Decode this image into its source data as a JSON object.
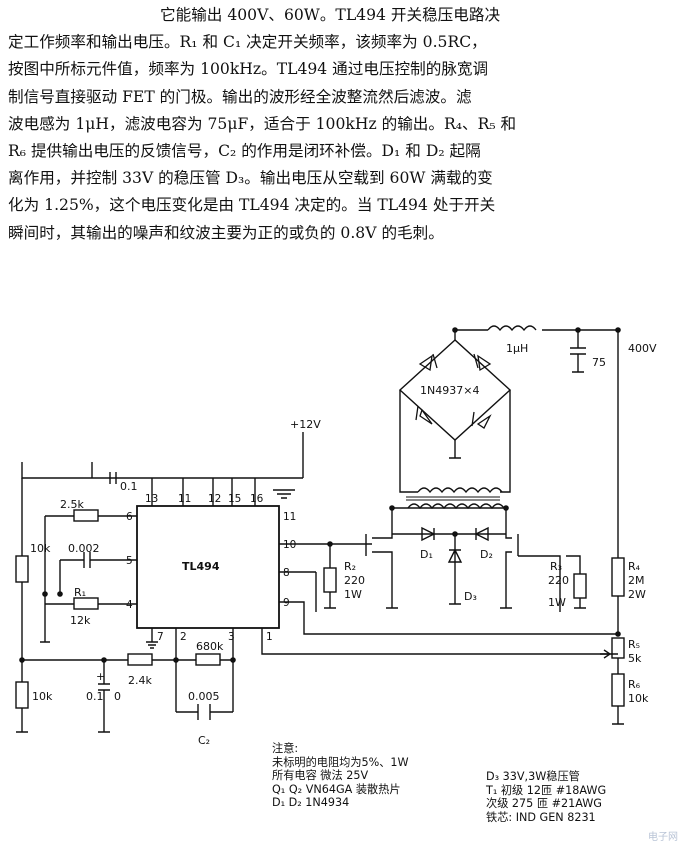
{
  "paragraph": {
    "lines": [
      "它能输出 400V、60W。TL494 开关稳压电路决",
      "定工作频率和输出电压。R₁ 和 C₁ 决定开关频率，该频率为 0.5RC，",
      "按图中所标元件值，频率为 100kHz。TL494 通过电压控制的脉宽调",
      "制信号直接驱动 FET 的门极。输出的波形经全波整流然后滤波。滤",
      "波电感为 1μH，滤波电容为 75μF，适合于 100kHz 的输出。R₄、R₅ 和",
      "R₆ 提供输出电压的反馈信号，C₂ 的作用是闭环补偿。D₁ 和 D₂ 起隔",
      "离作用，并控制 33V 的稳压管 D₃。输出电压从空载到 60W 满载的变",
      "化为 1.25%，这个电压变化是由 TL494 决定的。当 TL494 处于开关",
      "瞬间时，其输出的噪声和纹波主要为正的或负的 0.8V 的毛刺。"
    ]
  },
  "schematic": {
    "ic_label": "TL494",
    "pins": {
      "p13": "13",
      "p11a": "11",
      "p12": "12",
      "p15": "15",
      "p16": "16",
      "p11b": "11",
      "p6": "6",
      "p5": "5",
      "p4": "4",
      "p10": "10",
      "p8": "8",
      "p9": "9",
      "p7": "7",
      "p2": "2",
      "p3": "3",
      "p1": "1"
    },
    "supply": "+12V",
    "output": "400V",
    "inductor": "1μH",
    "cap_out": "75",
    "bridge": "1N4937×4",
    "components": {
      "c_top": "0.1",
      "r_25k": "2.5k",
      "r_10k_left": "10k",
      "c_0002": "0.002",
      "r1_name": "R₁",
      "r1_val": "12k",
      "r_24k": "2.4k",
      "r_10k_bottom": "10k",
      "c_01_plus": "+",
      "c_01": "0.1",
      "c_01_pol": "0",
      "r_680k": "680k",
      "c2_val": "0.005",
      "c2_name": "C₂",
      "r2_name": "R₂",
      "r2_val1": "220",
      "r2_val2": "1W",
      "r3_name": "R₃",
      "r3_val1": "220",
      "r3_val2": "1W",
      "d1": "D₁",
      "d2": "D₂",
      "d3": "D₃",
      "r4_name": "R₄",
      "r4_val1": "2M",
      "r4_val2": "2W",
      "r5_name": "R₅",
      "r5_val": "5k",
      "r6_name": "R₆",
      "r6_val": "10k"
    }
  },
  "notes": {
    "left": [
      "注意:",
      "未标明的电阻均为5%、1W",
      "所有电容  微法  25V",
      "Q₁ Q₂  VN64GA 装散热片",
      "D₁ D₂  1N4934"
    ],
    "right": [
      "D₃ 33V,3W稳压管",
      "T₁  初级  12匝  #18AWG",
      "次级  275 匝  #21AWG",
      "铁芯:  IND GEN 8231"
    ]
  },
  "watermark": "电子网"
}
